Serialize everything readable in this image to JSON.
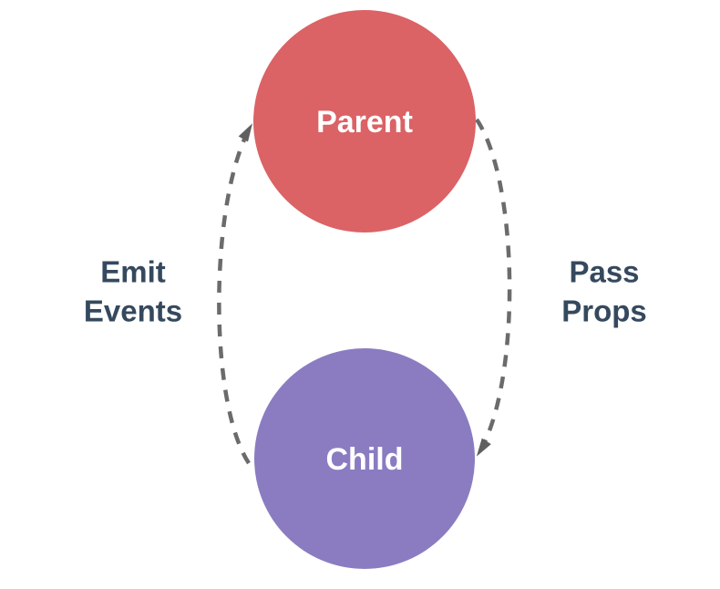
{
  "diagram": {
    "type": "component-communication",
    "background_color": "#ffffff",
    "arrow_color": "#6B6B6B",
    "arrowhead_color": "#5F5F5F",
    "edge_label_color": "#35495E",
    "nodes": [
      {
        "id": "parent",
        "label": "Parent",
        "fill": "#DB6265",
        "text_color": "#FFFFFF",
        "shape": "circle"
      },
      {
        "id": "child",
        "label": "Child",
        "fill": "#8B7CC1",
        "text_color": "#FFFFFF",
        "shape": "circle"
      }
    ],
    "edges": [
      {
        "id": "emit-events",
        "line1": "Emit",
        "line2": "Events",
        "from": "child",
        "to": "parent",
        "side": "left",
        "style": "dashed-arrow"
      },
      {
        "id": "pass-props",
        "line1": "Pass",
        "line2": "Props",
        "from": "parent",
        "to": "child",
        "side": "right",
        "style": "dashed-arrow"
      }
    ]
  }
}
